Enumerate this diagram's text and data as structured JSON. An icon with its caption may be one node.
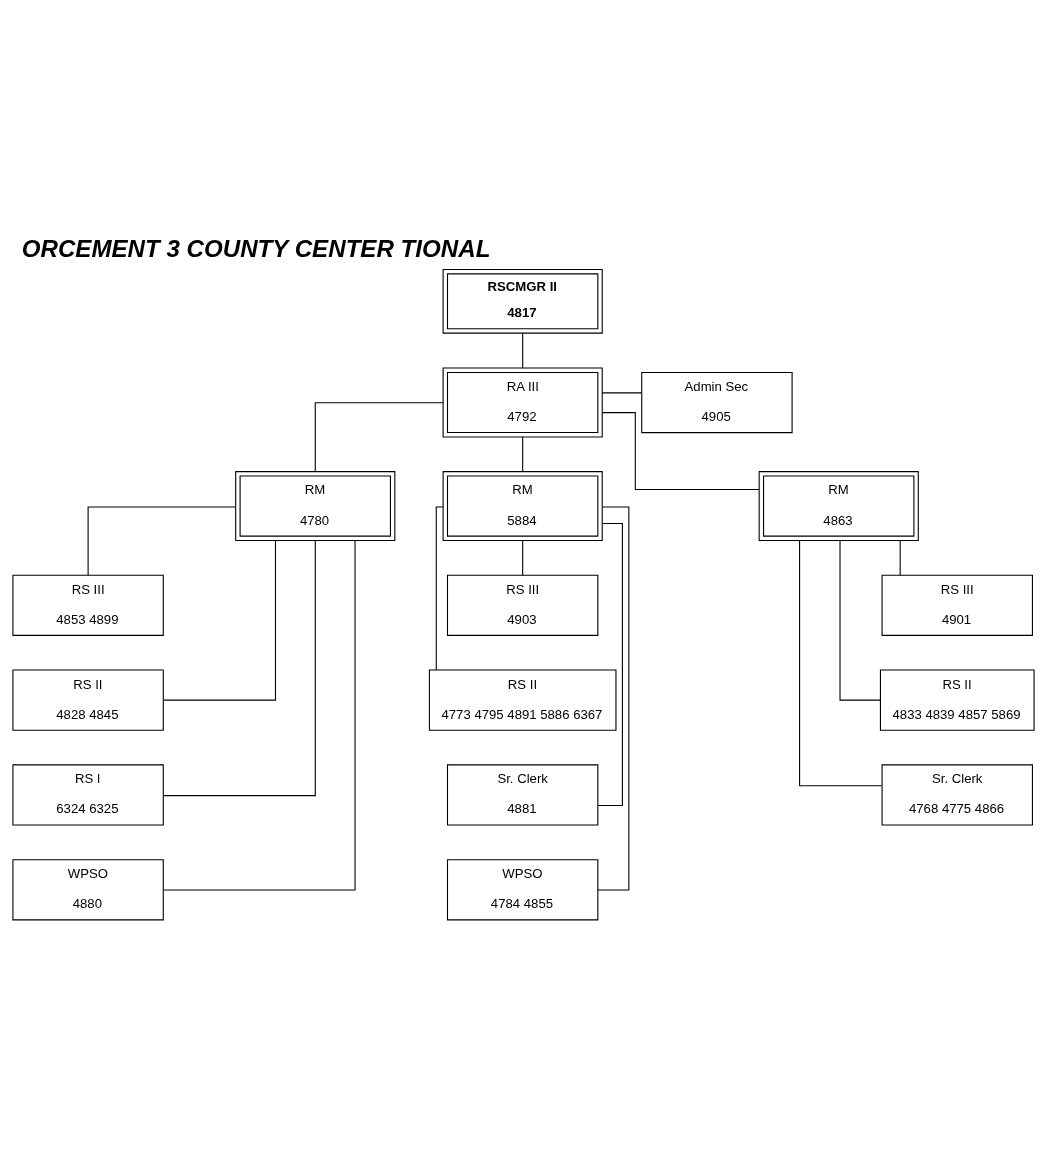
{
  "diagram": {
    "title": "ORCEMENT 3 COUNTY CENTER TIONAL",
    "nodes": [
      {
        "text": [
          "RSCMGR II",
          "4817"
        ]
      },
      {
        "text": [
          "RA III",
          "4792"
        ]
      },
      {
        "text": [
          "Admin Sec",
          "4905"
        ]
      },
      {
        "text": [
          "RM",
          "4780"
        ]
      },
      {
        "text": [
          "RM",
          "5884"
        ]
      },
      {
        "text": [
          "RM",
          "4863"
        ]
      },
      {
        "text": [
          "RS III",
          "4853 4899"
        ]
      },
      {
        "text": [
          "RS II",
          "4828 4845"
        ]
      },
      {
        "text": [
          "RS I",
          "6324 6325"
        ]
      },
      {
        "text": [
          "WPSO",
          "4880"
        ]
      },
      {
        "text": [
          "RS III",
          "4903"
        ]
      },
      {
        "text": [
          "RS II",
          "4773 4795 4891 5886 6367"
        ]
      },
      {
        "text": [
          "Sr. Clerk",
          "4881"
        ]
      },
      {
        "text": [
          "WPSO",
          "4784 4855"
        ]
      },
      {
        "text": [
          "RS III",
          "4901"
        ]
      },
      {
        "text": [
          "RS II",
          "4833 4839 4857 5869"
        ]
      },
      {
        "text": [
          "Sr. Clerk",
          "4768 4775 4866"
        ]
      }
    ],
    "edges": [
      {
        "from": 0,
        "to": 1,
        "arrow": "none"
      },
      {
        "from": 1,
        "to": 2,
        "arrow": "none"
      },
      {
        "from": 1,
        "to": 3,
        "arrow": "none"
      },
      {
        "from": 1,
        "to": 4,
        "arrow": "none"
      },
      {
        "from": 1,
        "to": 5,
        "arrow": "none"
      },
      {
        "from": 3,
        "to": 6,
        "arrow": "none"
      },
      {
        "from": 3,
        "to": 7,
        "arrow": "none"
      },
      {
        "from": 3,
        "to": 8,
        "arrow": "none"
      },
      {
        "from": 3,
        "to": 9,
        "arrow": "none"
      },
      {
        "from": 4,
        "to": 10,
        "arrow": "none"
      },
      {
        "from": 4,
        "to": 11,
        "arrow": "none"
      },
      {
        "from": 4,
        "to": 12,
        "arrow": "none"
      },
      {
        "from": 4,
        "to": 13,
        "arrow": "none"
      },
      {
        "from": 5,
        "to": 14,
        "arrow": "none"
      },
      {
        "from": 5,
        "to": 15,
        "arrow": "none"
      },
      {
        "from": 5,
        "to": 16,
        "arrow": "none"
      }
    ]
  }
}
